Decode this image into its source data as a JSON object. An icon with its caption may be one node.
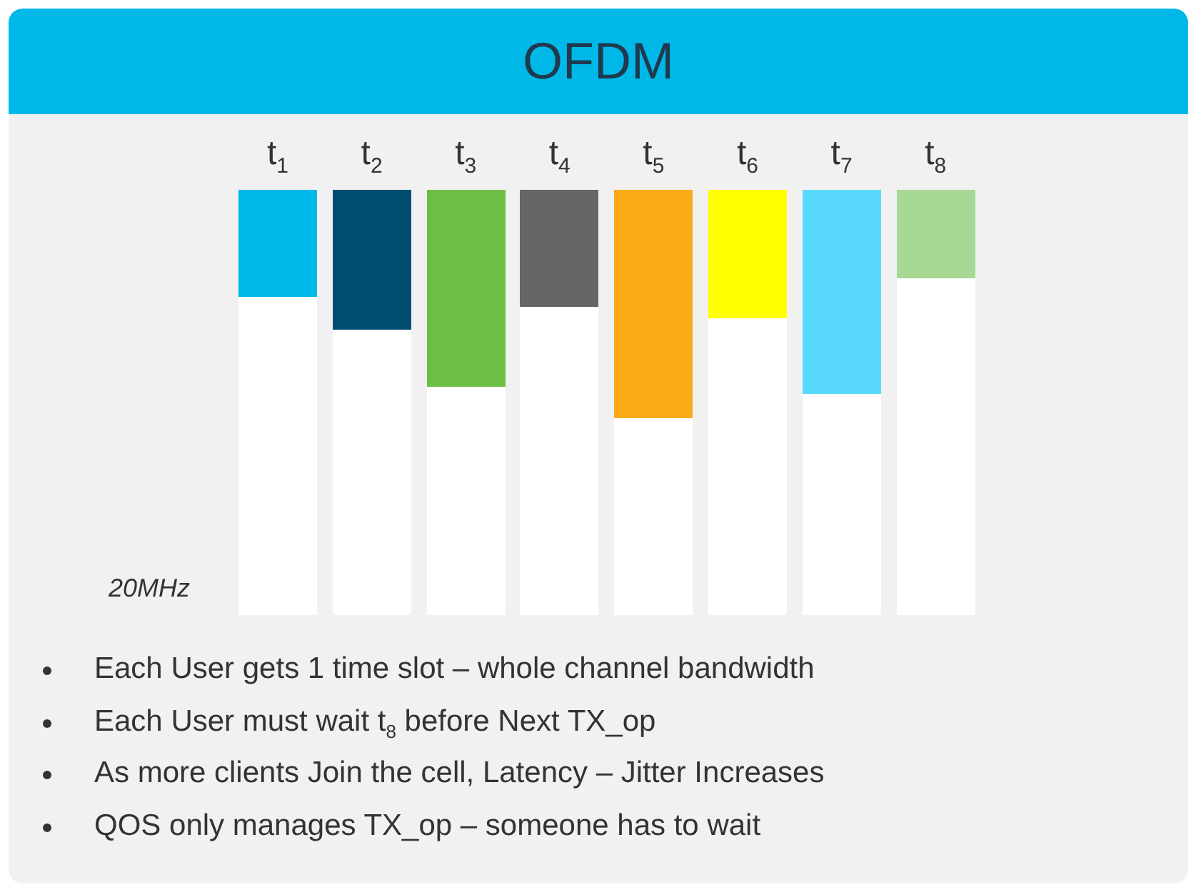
{
  "diagram": {
    "title": "OFDM",
    "nodes": [
      {
        "text": [
          "t$_{1}$"
        ]
      },
      {
        "text": [
          "t$_{2}$"
        ]
      },
      {
        "text": [
          "t$_{3}$"
        ]
      },
      {
        "text": [
          "t$_{4}$"
        ]
      },
      {
        "text": [
          "t$_{5}$"
        ]
      },
      {
        "text": [
          "t$_{6}$"
        ]
      },
      {
        "text": [
          "t$_{7}$"
        ]
      },
      {
        "text": [
          "t$_{8}$"
        ]
      }
    ],
    "labels": [
      "20MHz",
      "Each User gets 1 time slot – whole channel bandwidth",
      "Each User must wait t$_{8}$ before Next TX_op",
      "As more clients Join the cell, Latency – Jitter Increases",
      "QOS only manages TX_op – someone has to wait"
    ]
  }
}
